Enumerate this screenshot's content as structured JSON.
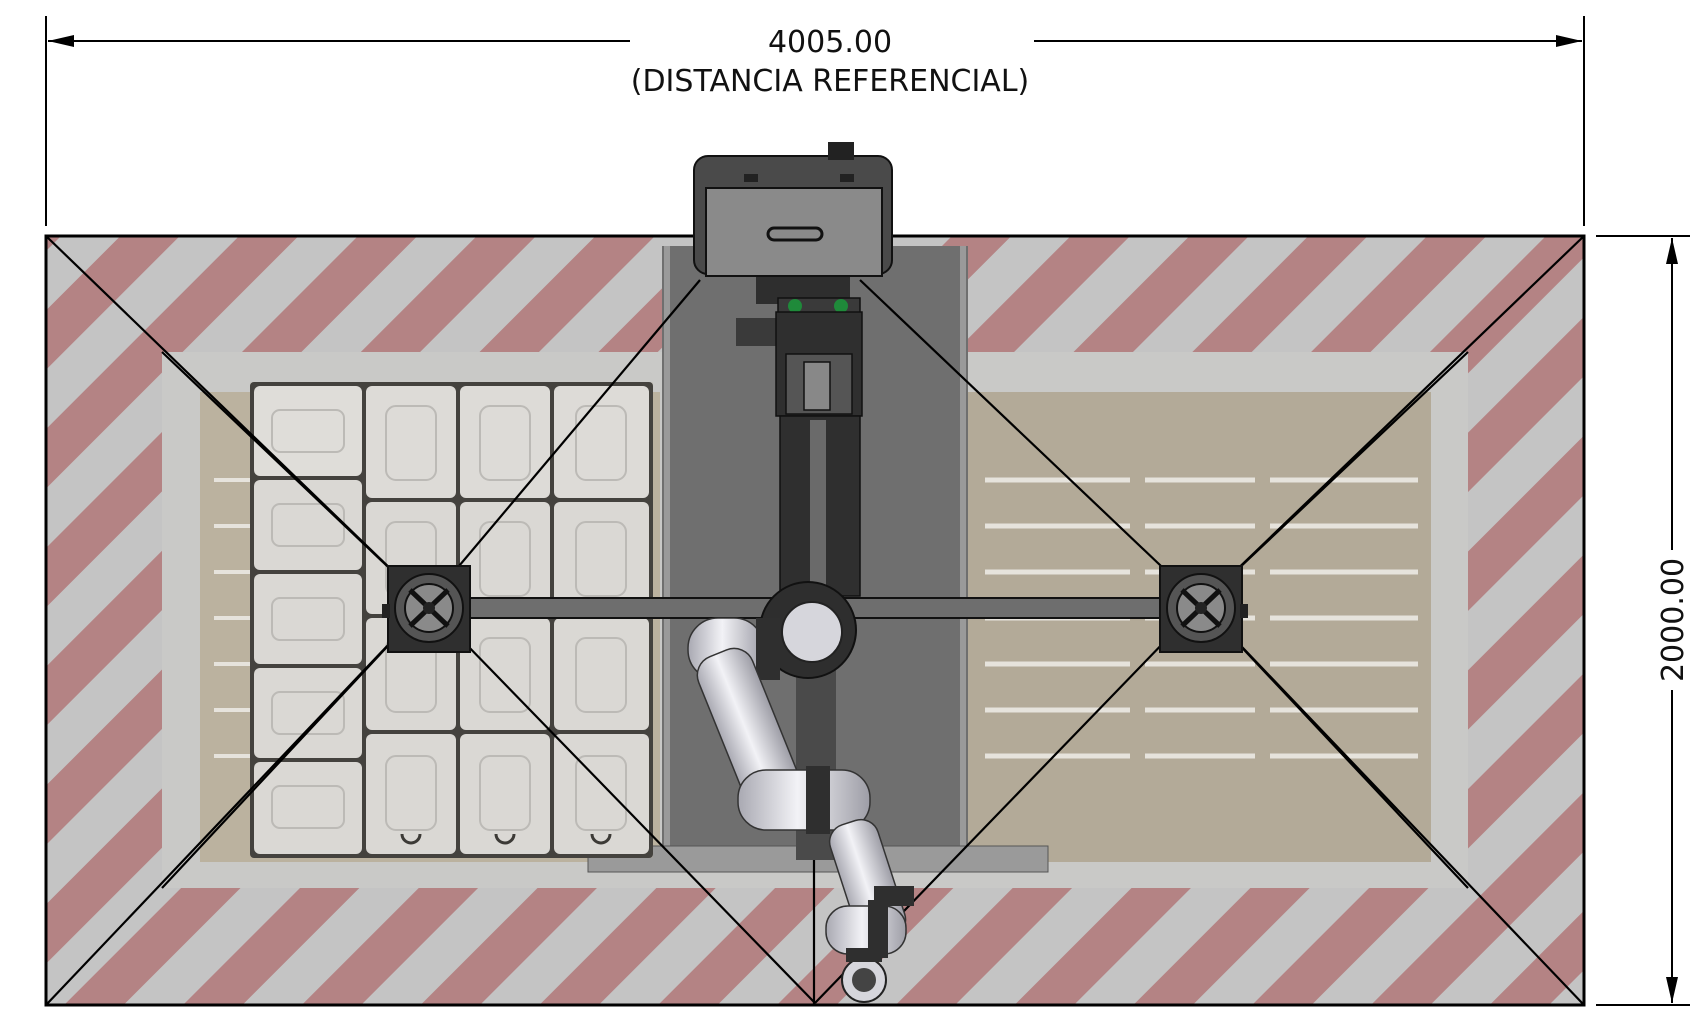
{
  "dimensions": {
    "width_value": "4005.00",
    "width_note": "(DISTANCIA REFERENCIAL)",
    "height_value": "2000.00"
  },
  "colors": {
    "hazard_red": "#b48384",
    "hazard_gray": "#c4c4c4",
    "floor": "#b0a692",
    "floor_light": "#c6c6c4",
    "steel_dark": "#3a3a3a",
    "steel_mid": "#6e6e6e",
    "robot_white": "#e4e4ea",
    "tray": "#e2e2e2",
    "sensor_green": "#1f8a3a",
    "line": "#000000"
  }
}
